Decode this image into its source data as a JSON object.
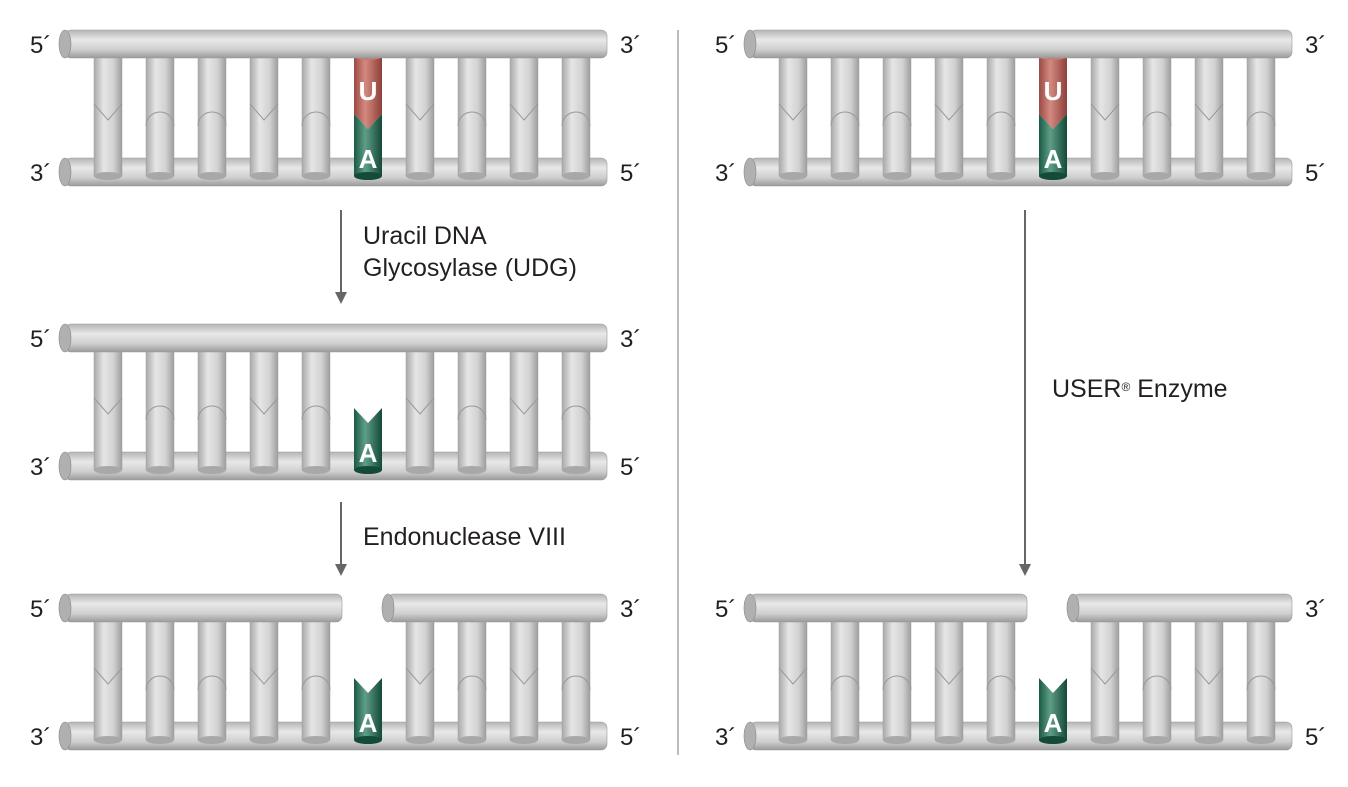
{
  "left_panel": {
    "rows": [
      {
        "state": "uracil-paired",
        "top_left": "5´",
        "top_right": "3´",
        "bottom_left": "3´",
        "bottom_right": "5´",
        "bases": [
          "U",
          "A"
        ]
      },
      {
        "state": "abasic",
        "top_left": "5´",
        "top_right": "3´",
        "bottom_left": "3´",
        "bottom_right": "5´",
        "bases": [
          "A"
        ]
      },
      {
        "state": "nicked",
        "top_left": "5´",
        "top_right": "3´",
        "bottom_left": "3´",
        "bottom_right": "5´",
        "bases": [
          "A"
        ]
      }
    ],
    "steps": [
      {
        "line1": "Uracil DNA",
        "line2": "Glycosylase (UDG)"
      },
      {
        "line1": "Endonuclease VIII"
      }
    ]
  },
  "right_panel": {
    "rows": [
      {
        "state": "uracil-paired",
        "top_left": "5´",
        "top_right": "3´",
        "bottom_left": "3´",
        "bottom_right": "5´",
        "bases": [
          "U",
          "A"
        ]
      },
      {
        "state": "nicked",
        "top_left": "5´",
        "top_right": "3´",
        "bottom_left": "3´",
        "bottom_right": "5´",
        "bases": [
          "A"
        ]
      }
    ],
    "step": {
      "name": "USER",
      "mark": "®",
      "suffix": " Enzyme"
    }
  },
  "colors": {
    "uracil": "#b8574f",
    "adenine": "#1f6b52",
    "backbone": "#cfcfcf",
    "arrow": "#666666"
  }
}
